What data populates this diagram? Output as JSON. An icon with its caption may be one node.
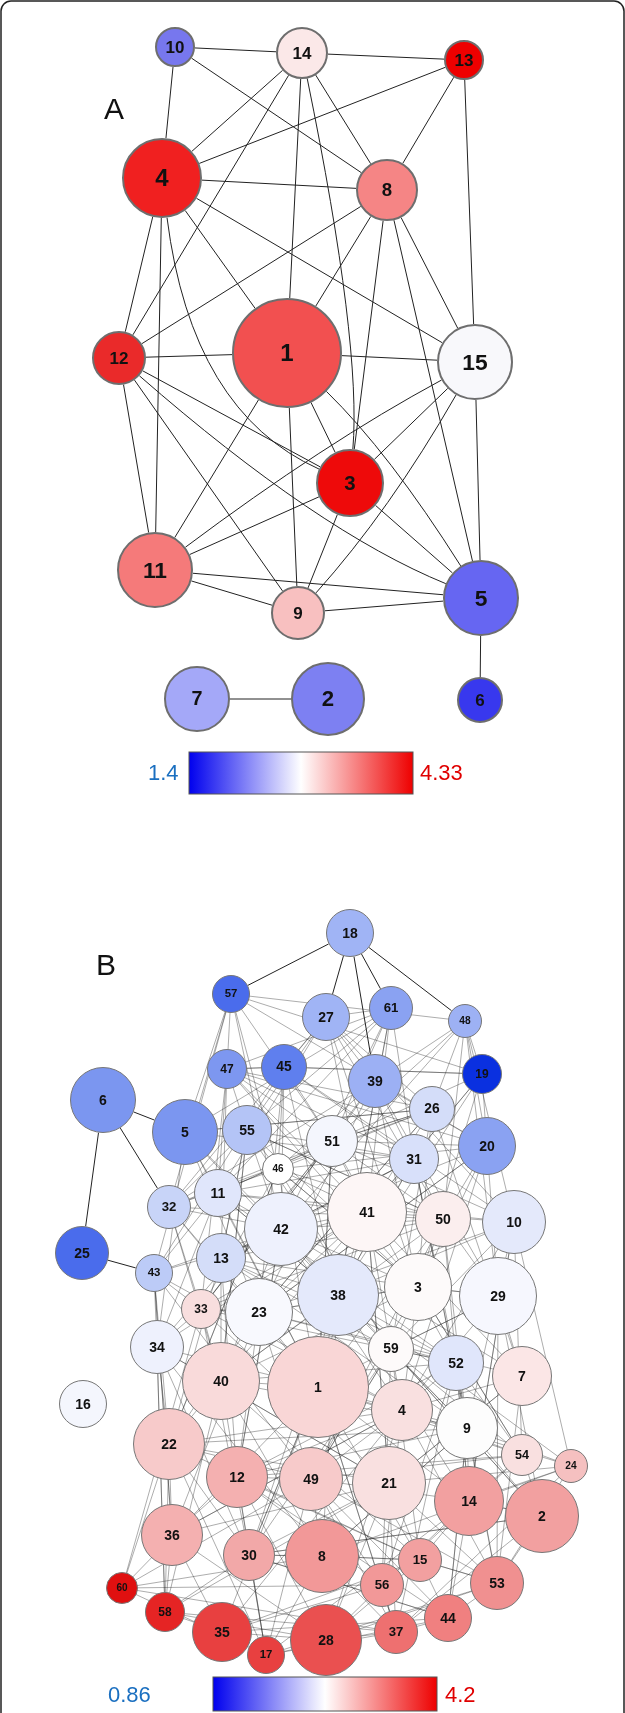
{
  "diagram": {
    "nodes": [
      {
        "text": [
          "10"
        ]
      },
      {
        "text": [
          "14"
        ]
      },
      {
        "text": [
          "13"
        ]
      },
      {
        "text": [
          "4"
        ]
      },
      {
        "text": [
          "8"
        ]
      },
      {
        "text": [
          "12"
        ]
      },
      {
        "text": [
          "1"
        ]
      },
      {
        "text": [
          "15"
        ]
      },
      {
        "text": [
          "3"
        ]
      },
      {
        "text": [
          "11"
        ]
      },
      {
        "text": [
          "9"
        ]
      },
      {
        "text": [
          "5"
        ]
      },
      {
        "text": [
          "7"
        ]
      },
      {
        "text": [
          "2"
        ]
      },
      {
        "text": [
          "6"
        ]
      },
      {
        "text": [
          "18"
        ]
      },
      {
        "text": [
          "57"
        ]
      },
      {
        "text": [
          "27"
        ]
      },
      {
        "text": [
          "61"
        ]
      },
      {
        "text": [
          "48"
        ]
      },
      {
        "text": [
          "47"
        ]
      },
      {
        "text": [
          "45"
        ]
      },
      {
        "text": [
          "39"
        ]
      },
      {
        "text": [
          "19"
        ]
      },
      {
        "text": [
          "6"
        ]
      },
      {
        "text": [
          "5"
        ]
      },
      {
        "text": [
          "55"
        ]
      },
      {
        "text": [
          "26"
        ]
      },
      {
        "text": [
          "51"
        ]
      },
      {
        "text": [
          "31"
        ]
      },
      {
        "text": [
          "20"
        ]
      },
      {
        "text": [
          "46"
        ]
      },
      {
        "text": [
          "11"
        ]
      },
      {
        "text": [
          "32"
        ]
      },
      {
        "text": [
          "42"
        ]
      },
      {
        "text": [
          "41"
        ]
      },
      {
        "text": [
          "50"
        ]
      },
      {
        "text": [
          "10"
        ]
      },
      {
        "text": [
          "25"
        ]
      },
      {
        "text": [
          "43"
        ]
      },
      {
        "text": [
          "13"
        ]
      },
      {
        "text": [
          "33"
        ]
      },
      {
        "text": [
          "23"
        ]
      },
      {
        "text": [
          "38"
        ]
      },
      {
        "text": [
          "3"
        ]
      },
      {
        "text": [
          "29"
        ]
      },
      {
        "text": [
          "34"
        ]
      },
      {
        "text": [
          "59"
        ]
      },
      {
        "text": [
          "52"
        ]
      },
      {
        "text": [
          "7"
        ]
      },
      {
        "text": [
          "16"
        ]
      },
      {
        "text": [
          "40"
        ]
      },
      {
        "text": [
          "1"
        ]
      },
      {
        "text": [
          "4"
        ]
      },
      {
        "text": [
          "9"
        ]
      },
      {
        "text": [
          "22"
        ]
      },
      {
        "text": [
          "54"
        ]
      },
      {
        "text": [
          "24"
        ]
      },
      {
        "text": [
          "12"
        ]
      },
      {
        "text": [
          "49"
        ]
      },
      {
        "text": [
          "21"
        ]
      },
      {
        "text": [
          "14"
        ]
      },
      {
        "text": [
          "2"
        ]
      },
      {
        "text": [
          "36"
        ]
      },
      {
        "text": [
          "30"
        ]
      },
      {
        "text": [
          "8"
        ]
      },
      {
        "text": [
          "56"
        ]
      },
      {
        "text": [
          "15"
        ]
      },
      {
        "text": [
          "53"
        ]
      },
      {
        "text": [
          "60"
        ]
      },
      {
        "text": [
          "58"
        ]
      },
      {
        "text": [
          "35"
        ]
      },
      {
        "text": [
          "17"
        ]
      },
      {
        "text": [
          "28"
        ]
      },
      {
        "text": [
          "37"
        ]
      },
      {
        "text": [
          "44"
        ]
      }
    ],
    "edges": [
      {
        "from": 0,
        "to": 1,
        "arrow": "none"
      },
      {
        "from": 0,
        "to": 3,
        "arrow": "none"
      },
      {
        "from": 0,
        "to": 4,
        "arrow": "none"
      },
      {
        "from": 1,
        "to": 2,
        "arrow": "none"
      },
      {
        "from": 1,
        "to": 3,
        "arrow": "none"
      },
      {
        "from": 1,
        "to": 5,
        "arrow": "none"
      },
      {
        "from": 1,
        "to": 6,
        "arrow": "none"
      },
      {
        "from": 1,
        "to": 8,
        "arrow": "none"
      },
      {
        "from": 1,
        "to": 4,
        "arrow": "none"
      },
      {
        "from": 2,
        "to": 3,
        "arrow": "none"
      },
      {
        "from": 2,
        "to": 4,
        "arrow": "none"
      },
      {
        "from": 2,
        "to": 7,
        "arrow": "none"
      },
      {
        "from": 3,
        "to": 4,
        "arrow": "none"
      },
      {
        "from": 3,
        "to": 5,
        "arrow": "none"
      },
      {
        "from": 3,
        "to": 9,
        "arrow": "none"
      },
      {
        "from": 3,
        "to": 6,
        "arrow": "none"
      },
      {
        "from": 3,
        "to": 8,
        "arrow": "none"
      },
      {
        "from": 3,
        "to": 7,
        "arrow": "none"
      },
      {
        "from": 4,
        "to": 5,
        "arrow": "none"
      },
      {
        "from": 4,
        "to": 6,
        "arrow": "none"
      },
      {
        "from": 4,
        "to": 8,
        "arrow": "none"
      },
      {
        "from": 4,
        "to": 7,
        "arrow": "none"
      },
      {
        "from": 4,
        "to": 11,
        "arrow": "none"
      },
      {
        "from": 5,
        "to": 6,
        "arrow": "none"
      },
      {
        "from": 5,
        "to": 9,
        "arrow": "none"
      },
      {
        "from": 5,
        "to": 8,
        "arrow": "none"
      },
      {
        "from": 5,
        "to": 11,
        "arrow": "none"
      },
      {
        "from": 5,
        "to": 10,
        "arrow": "none"
      },
      {
        "from": 6,
        "to": 7,
        "arrow": "none"
      },
      {
        "from": 6,
        "to": 9,
        "arrow": "none"
      },
      {
        "from": 6,
        "to": 10,
        "arrow": "none"
      },
      {
        "from": 6,
        "to": 8,
        "arrow": "none"
      },
      {
        "from": 6,
        "to": 11,
        "arrow": "none"
      },
      {
        "from": 7,
        "to": 8,
        "arrow": "none"
      },
      {
        "from": 7,
        "to": 9,
        "arrow": "none"
      },
      {
        "from": 7,
        "to": 10,
        "arrow": "none"
      },
      {
        "from": 7,
        "to": 11,
        "arrow": "none"
      },
      {
        "from": 8,
        "to": 9,
        "arrow": "none"
      },
      {
        "from": 8,
        "to": 10,
        "arrow": "none"
      },
      {
        "from": 8,
        "to": 11,
        "arrow": "none"
      },
      {
        "from": 9,
        "to": 10,
        "arrow": "none"
      },
      {
        "from": 9,
        "to": 11,
        "arrow": "none"
      },
      {
        "from": 10,
        "to": 11,
        "arrow": "none"
      },
      {
        "from": 11,
        "to": 14,
        "arrow": "none"
      },
      {
        "from": 12,
        "to": 13,
        "arrow": "none"
      },
      {
        "from": 15,
        "to": 16,
        "arrow": "none"
      },
      {
        "from": 15,
        "to": 17,
        "arrow": "none"
      },
      {
        "from": 15,
        "to": 18,
        "arrow": "none"
      },
      {
        "from": 15,
        "to": 19,
        "arrow": "none"
      },
      {
        "from": 15,
        "to": 22,
        "arrow": "none"
      },
      {
        "from": 24,
        "to": 25,
        "arrow": "none"
      },
      {
        "from": 24,
        "to": 33,
        "arrow": "none"
      },
      {
        "from": 24,
        "to": 38,
        "arrow": "none"
      },
      {
        "from": 38,
        "to": 39,
        "arrow": "none"
      }
    ],
    "labels": [
      "A",
      "1.4",
      "4.33",
      "B",
      "0.86",
      "4.2"
    ]
  }
}
